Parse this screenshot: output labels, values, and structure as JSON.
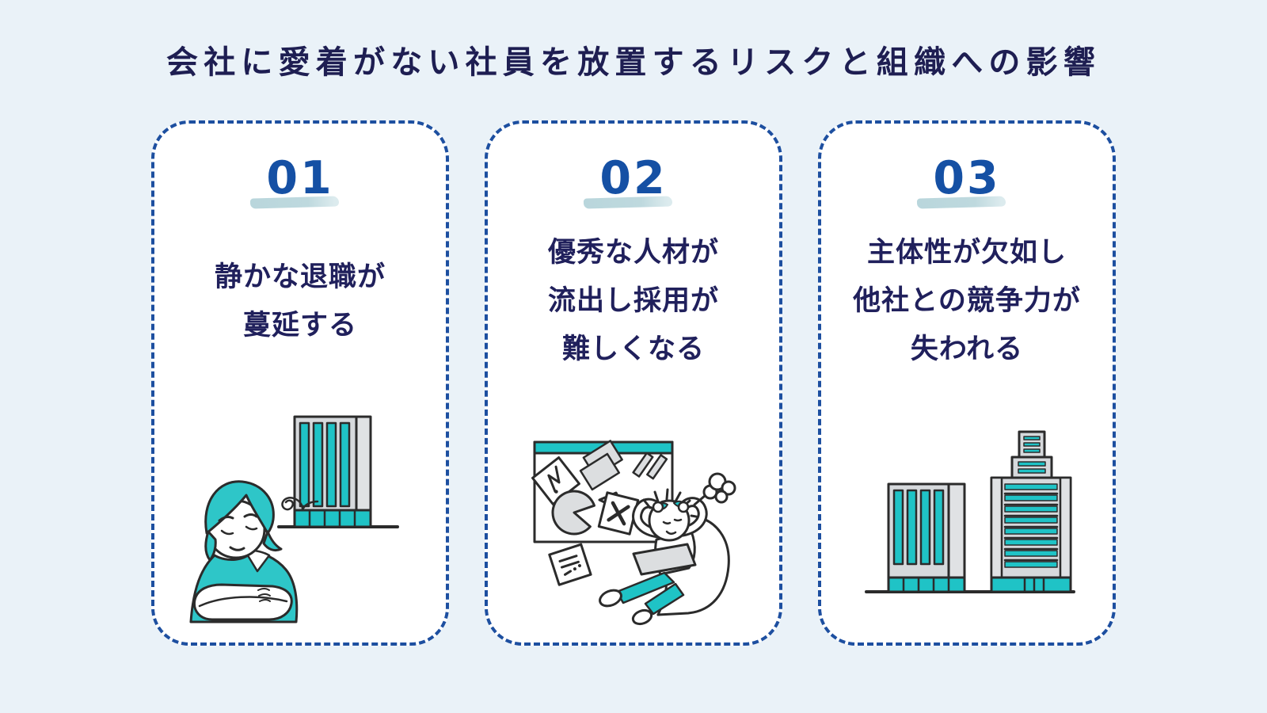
{
  "page": {
    "title": "会社に愛着がない社員を放置するリスクと組織への影響"
  },
  "colors": {
    "page_background": "#eaf2f8",
    "card_background": "#ffffff",
    "card_border_blue": "#1d4fa0",
    "title_navy": "#1e1e52",
    "body_navy": "#20205c",
    "number_blue": "#1550a4",
    "brush_underline": "#bed9de",
    "accent_teal": "#1fc3c6",
    "illustration_gray": "#d6d9dc",
    "outline_dark": "#2b2b2b"
  },
  "cards": [
    {
      "number": "01",
      "lines": [
        "静かな退職が",
        "蔓延する"
      ],
      "illustration": "sad-employee-with-office-building"
    },
    {
      "number": "02",
      "lines": [
        "優秀な人材が",
        "流出し採用が",
        "難しくなる"
      ],
      "illustration": "frustrated-person-messy-whiteboard"
    },
    {
      "number": "03",
      "lines": [
        "主体性が欠如し",
        "他社との競争力が",
        "失われる"
      ],
      "illustration": "two-office-buildings"
    }
  ]
}
